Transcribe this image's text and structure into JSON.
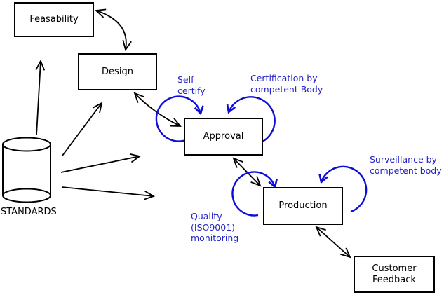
{
  "diagram": {
    "nodes": {
      "feasability": {
        "label": "Feasability"
      },
      "design": {
        "label": "Design"
      },
      "approval": {
        "label": "Approval"
      },
      "production": {
        "label": "Production"
      },
      "customer_feedback": {
        "label": "Customer\nFeedback"
      },
      "standards": {
        "label": "STANDARDS"
      }
    },
    "annotations": {
      "self_certify": {
        "label": "Self\ncertify"
      },
      "certification": {
        "label": "Certification by\ncompetent Body"
      },
      "surveillance": {
        "label": "Surveillance by\ncompetent body"
      },
      "quality": {
        "label": "Quality\n(ISO9001)\nmonitoring"
      }
    },
    "edges": [
      {
        "from": "STANDARDS",
        "to": "Feasability",
        "type": "arrow"
      },
      {
        "from": "STANDARDS",
        "to": "Design",
        "type": "arrow"
      },
      {
        "from": "STANDARDS",
        "to": "Approval",
        "type": "arrow"
      },
      {
        "from": "STANDARDS",
        "to": "Production",
        "type": "arrow"
      },
      {
        "from": "Feasability",
        "to": "Design",
        "type": "double-arrow"
      },
      {
        "from": "Design",
        "to": "Approval",
        "type": "double-arrow"
      },
      {
        "from": "Approval",
        "to": "Production",
        "type": "double-arrow"
      },
      {
        "from": "Production",
        "to": "Customer Feedback",
        "type": "double-arrow"
      },
      {
        "node": "Approval",
        "type": "self-loop",
        "label": "Self certify"
      },
      {
        "node": "Approval",
        "type": "self-loop",
        "label": "Certification by competent Body"
      },
      {
        "node": "Production",
        "type": "self-loop",
        "label": "Quality (ISO9001) monitoring"
      },
      {
        "node": "Production",
        "type": "self-loop",
        "label": "Surveillance by competent body"
      }
    ],
    "colors": {
      "annotation_blue": "#2323c8",
      "loop_blue": "#0d0dd8",
      "stroke_black": "#000000",
      "background": "#ffffff"
    }
  }
}
